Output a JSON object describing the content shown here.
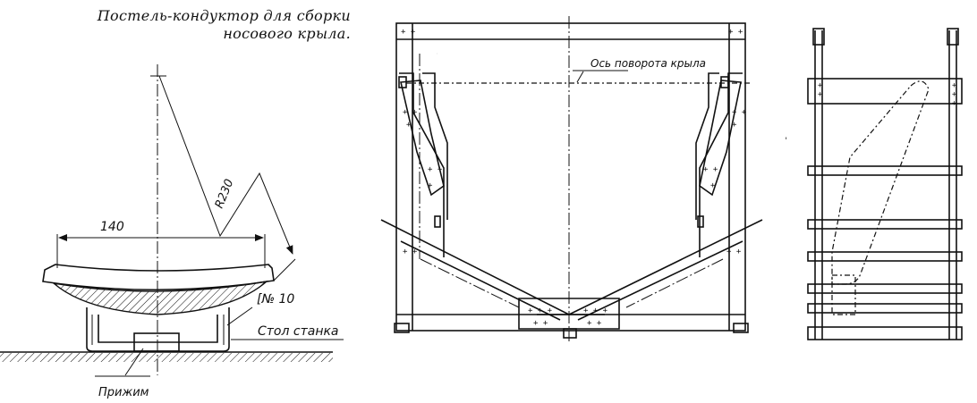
{
  "title": {
    "line1": "Постель-кондуктор для сборки",
    "line2": "носового крыла."
  },
  "labels": {
    "radius": "R230",
    "width": "140",
    "channel": "[№ 10",
    "table": "Стол станка",
    "clamp": "Прижим",
    "axis": "Ось поворота крыла"
  },
  "colors": {
    "ink": "#111111",
    "paper": "#ffffff"
  }
}
